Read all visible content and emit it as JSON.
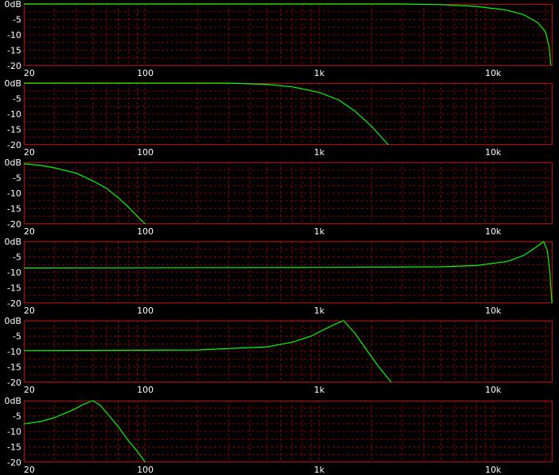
{
  "colors": {
    "background": "#000000",
    "frame": "#c80000",
    "grid": "#8c0000",
    "curve": "#00ff00",
    "text": "#ffffff"
  },
  "chart_data": [
    {
      "type": "line",
      "xscale": "log",
      "xlim": [
        20,
        22000
      ],
      "ylim": [
        -20,
        0
      ],
      "xticks": [
        20,
        100,
        1000,
        10000
      ],
      "xtick_labels": [
        "20",
        "100",
        "1k",
        "10k"
      ],
      "yticks": [
        0,
        -5,
        -10,
        -15,
        -20
      ],
      "ytick_labels": [
        "0dB",
        "-5",
        "-10",
        "-15",
        "-20"
      ],
      "grid": true,
      "series": [
        {
          "x": [
            20,
            200,
            1000,
            3000,
            5000,
            8000,
            12000,
            15000,
            18000,
            20000,
            21000,
            21500
          ],
          "y": [
            0,
            0,
            0,
            0,
            -0.2,
            -0.8,
            -2,
            -3.5,
            -6,
            -9,
            -14,
            -20
          ]
        }
      ]
    },
    {
      "type": "line",
      "xscale": "log",
      "xlim": [
        20,
        22000
      ],
      "ylim": [
        -20,
        0
      ],
      "xticks": [
        20,
        100,
        1000,
        10000
      ],
      "xtick_labels": [
        "20",
        "100",
        "1k",
        "10k"
      ],
      "yticks": [
        0,
        -5,
        -10,
        -15,
        -20
      ],
      "ytick_labels": [
        "0dB",
        "-5",
        "-10",
        "-15",
        "-20"
      ],
      "grid": true,
      "series": [
        {
          "x": [
            20,
            100,
            300,
            500,
            700,
            1000,
            1300,
            1600,
            2000,
            2500
          ],
          "y": [
            0,
            0,
            0,
            -0.4,
            -1.2,
            -3,
            -5.5,
            -9,
            -14,
            -20
          ]
        }
      ]
    },
    {
      "type": "line",
      "xscale": "log",
      "xlim": [
        20,
        22000
      ],
      "ylim": [
        -20,
        0
      ],
      "xticks": [
        20,
        100,
        1000,
        10000
      ],
      "xtick_labels": [
        "20",
        "100",
        "1k",
        "10k"
      ],
      "yticks": [
        0,
        -5,
        -10,
        -15,
        -20
      ],
      "ytick_labels": [
        "0dB",
        "-5",
        "-10",
        "-15",
        "-20"
      ],
      "grid": true,
      "series": [
        {
          "x": [
            20,
            25,
            30,
            40,
            50,
            60,
            70,
            80,
            90,
            100
          ],
          "y": [
            -0.5,
            -1,
            -1.8,
            -3.5,
            -6,
            -8.5,
            -11.5,
            -14.5,
            -17.5,
            -20
          ]
        }
      ]
    },
    {
      "type": "line",
      "xscale": "log",
      "xlim": [
        20,
        22000
      ],
      "ylim": [
        -20,
        0
      ],
      "xticks": [
        20,
        100,
        1000,
        10000
      ],
      "xtick_labels": [
        "20",
        "100",
        "1k",
        "10k"
      ],
      "yticks": [
        0,
        -5,
        -10,
        -15,
        -20
      ],
      "ytick_labels": [
        "0dB",
        "-5",
        "-10",
        "-15",
        "-20"
      ],
      "grid": true,
      "series": [
        {
          "x": [
            20,
            1000,
            5000,
            8000,
            12000,
            15000,
            18000,
            19500,
            20500,
            21200,
            21800
          ],
          "y": [
            -8.6,
            -8.4,
            -8.2,
            -7.8,
            -6.5,
            -4.5,
            -1.5,
            0,
            -3,
            -10,
            -20
          ]
        }
      ]
    },
    {
      "type": "line",
      "xscale": "log",
      "xlim": [
        20,
        22000
      ],
      "ylim": [
        -20,
        0
      ],
      "xticks": [
        20,
        100,
        1000,
        10000
      ],
      "xtick_labels": [
        "20",
        "100",
        "1k",
        "10k"
      ],
      "yticks": [
        0,
        -5,
        -10,
        -15,
        -20
      ],
      "ytick_labels": [
        "0dB",
        "-5",
        "-10",
        "-15",
        "-20"
      ],
      "grid": true,
      "series": [
        {
          "x": [
            20,
            200,
            500,
            700,
            900,
            1100,
            1250,
            1380,
            1600,
            1900,
            2200,
            2600
          ],
          "y": [
            -9.7,
            -9.5,
            -8.5,
            -7,
            -5,
            -2.5,
            -1,
            0,
            -4,
            -10,
            -15,
            -20
          ]
        }
      ]
    },
    {
      "type": "line",
      "xscale": "log",
      "xlim": [
        20,
        22000
      ],
      "ylim": [
        -20,
        0
      ],
      "xticks": [
        20,
        100,
        1000,
        10000
      ],
      "xtick_labels": [
        "20",
        "100",
        "1k",
        "10k"
      ],
      "yticks": [
        0,
        -5,
        -10,
        -15,
        -20
      ],
      "ytick_labels": [
        "0dB",
        "-5",
        "-10",
        "-15",
        "-20"
      ],
      "grid": true,
      "series": [
        {
          "x": [
            20,
            25,
            30,
            35,
            40,
            45,
            50,
            55,
            60,
            70,
            80,
            90,
            100
          ],
          "y": [
            -7.5,
            -6.8,
            -5.5,
            -4,
            -2.5,
            -1,
            0,
            -1.5,
            -4,
            -8.5,
            -13,
            -16.5,
            -20
          ]
        }
      ]
    }
  ]
}
